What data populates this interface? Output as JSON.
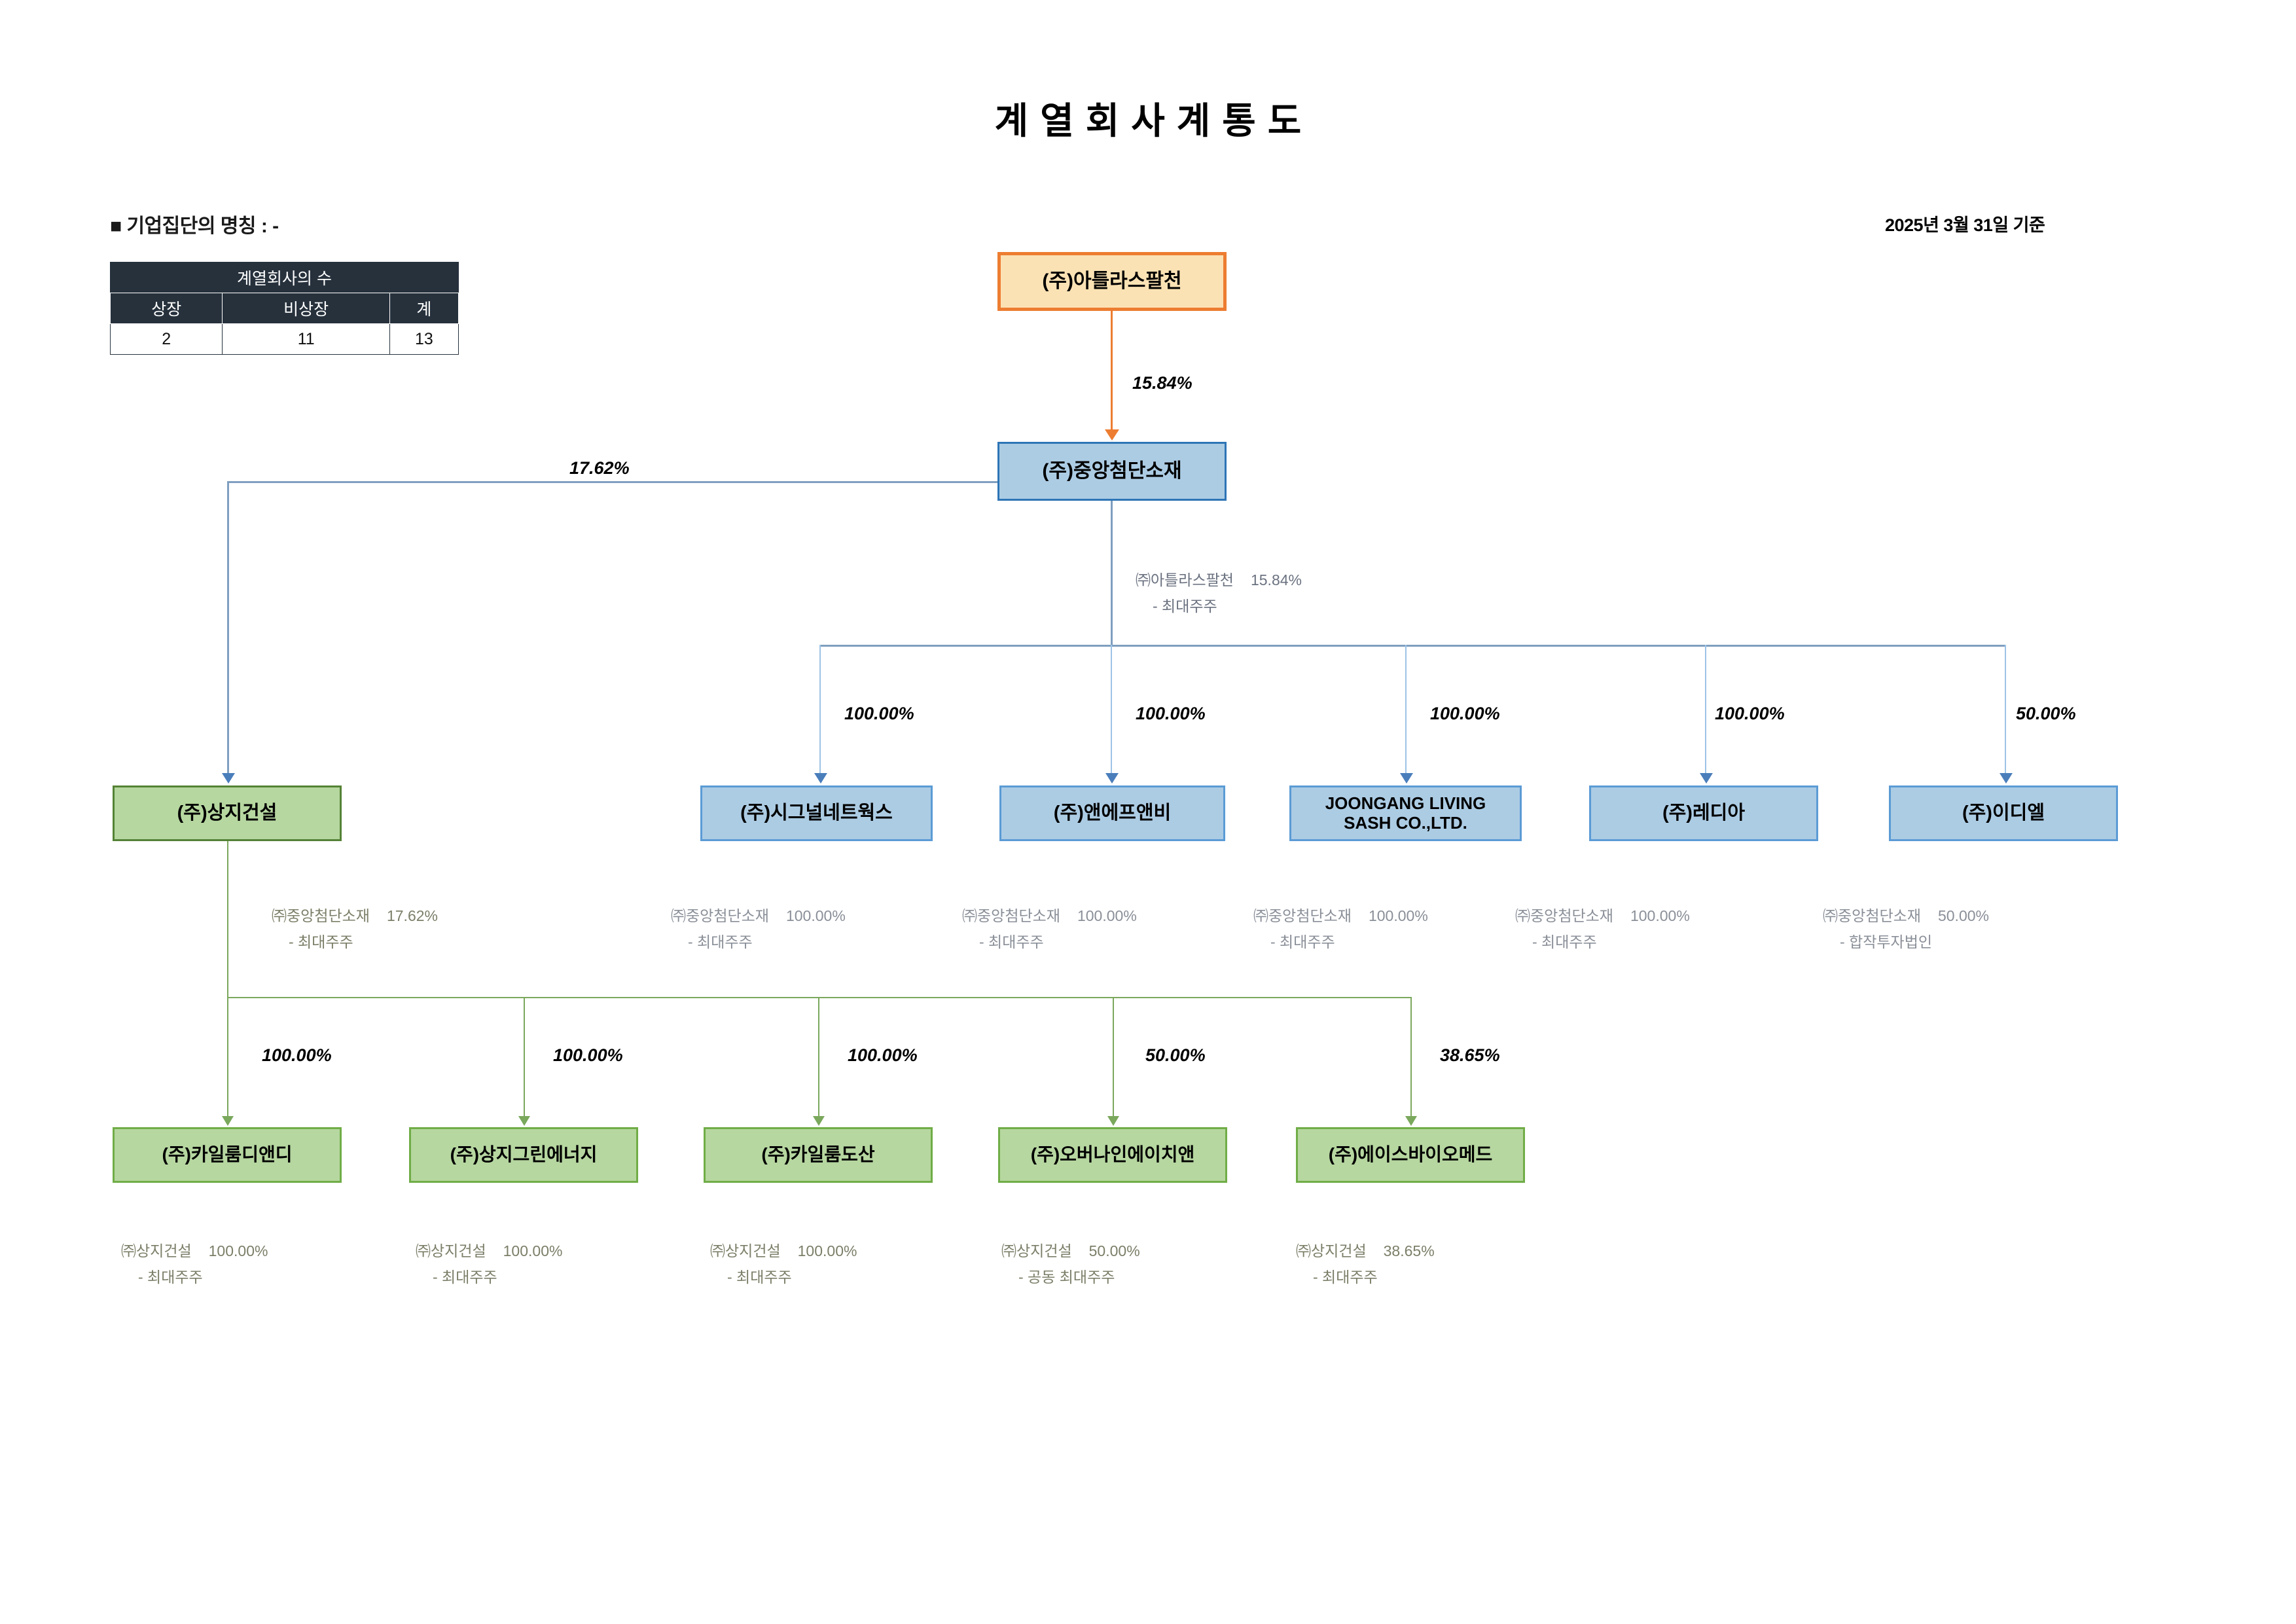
{
  "header": {
    "title": "계열회사계통도",
    "group_name_label": "■ 기업집단의 명칭 : -",
    "as_of": "2025년 3월 31일 기준"
  },
  "count_table": {
    "caption": "계열회사의 수",
    "columns": [
      "상장",
      "비상장",
      "계"
    ],
    "values": [
      "2",
      "11",
      "13"
    ]
  },
  "nodes": {
    "root": "(주)아틀라스팔천",
    "level1": "(주)중앙첨단소재",
    "level2": [
      "(주)상지건설",
      "(주)시그널네트웍스",
      "(주)앤에프앤비",
      "JOONGANG LIVING SASH CO.,LTD.",
      "(주)레디아",
      "(주)이디엘"
    ],
    "level2_multiline": {
      "joongang_line1": "JOONGANG LIVING",
      "joongang_line2": "SASH CO.,LTD."
    },
    "level3": [
      "(주)카일룸디앤디",
      "(주)상지그린에너지",
      "(주)카일룸도산",
      "(주)오버나인에이치앤",
      "(주)에이스바이오메드"
    ]
  },
  "edges": {
    "root_to_level1": "15.84%",
    "level1_to_sangji": "17.62%",
    "level1_children": [
      "100.00%",
      "100.00%",
      "100.00%",
      "100.00%",
      "50.00%"
    ],
    "sangji_children": [
      "100.00%",
      "100.00%",
      "100.00%",
      "50.00%",
      "38.65%"
    ]
  },
  "notes": {
    "level1": {
      "holder": "㈜아틀라스팔천",
      "pct": "15.84%",
      "role": "- 최대주주"
    },
    "level2": [
      {
        "holder": "㈜중앙첨단소재",
        "pct": "17.62%",
        "role": "- 최대주주"
      },
      {
        "holder": "㈜중앙첨단소재",
        "pct": "100.00%",
        "role": "- 최대주주"
      },
      {
        "holder": "㈜중앙첨단소재",
        "pct": "100.00%",
        "role": "- 최대주주"
      },
      {
        "holder": "㈜중앙첨단소재",
        "pct": "100.00%",
        "role": "- 최대주주"
      },
      {
        "holder": "㈜중앙첨단소재",
        "pct": "100.00%",
        "role": "- 최대주주"
      },
      {
        "holder": "㈜중앙첨단소재",
        "pct": "50.00%",
        "role": "- 합작투자법인"
      }
    ],
    "level3": [
      {
        "holder": "㈜상지건설",
        "pct": "100.00%",
        "role": "- 최대주주"
      },
      {
        "holder": "㈜상지건설",
        "pct": "100.00%",
        "role": "- 최대주주"
      },
      {
        "holder": "㈜상지건설",
        "pct": "100.00%",
        "role": "- 최대주주"
      },
      {
        "holder": "㈜상지건설",
        "pct": "50.00%",
        "role": "- 공동 최대주주"
      },
      {
        "holder": "㈜상지건설",
        "pct": "38.65%",
        "role": "- 최대주주"
      }
    ]
  },
  "colors": {
    "root_fill": "#fbe2b4",
    "root_border": "#ed7d31",
    "blue_fill": "#accce4",
    "blue_border": "#2e75b6",
    "green_fill": "#b6d7a0",
    "green_border": "#548235",
    "table_header": "#26313c"
  }
}
